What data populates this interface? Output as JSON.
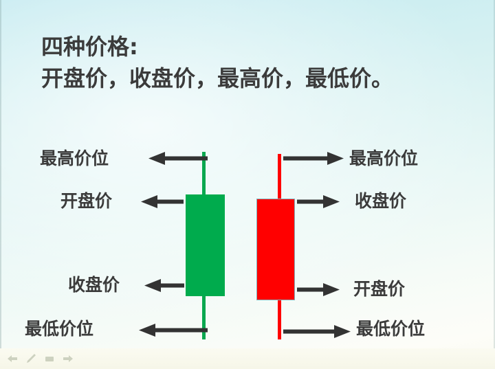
{
  "slide": {
    "title_line_1": "四种价格:",
    "title_line_2": "开盘价，收盘价，最高价，最低价。",
    "background_top_color": "#c3eaf0",
    "background_bottom_color": "#fbfbf0",
    "text_color": "#3b3b3b"
  },
  "candles": {
    "bullish": {
      "name": "green-candle",
      "color": "#00ab4d",
      "wick_color": "#0aa84f",
      "direction": "up"
    },
    "bearish": {
      "name": "red-candle",
      "color": "#ff0000",
      "wick_color": "#ff0000",
      "border_color": "#7fb3bd",
      "direction": "down"
    }
  },
  "left_labels": [
    {
      "text": "最高价位",
      "target": "green-candle-high",
      "arrow": "left-arrow-icon"
    },
    {
      "text": "开盘价",
      "target": "green-candle-open",
      "arrow": "left-arrow-icon"
    },
    {
      "text": "收盘价",
      "target": "green-candle-close",
      "arrow": "left-arrow-icon"
    },
    {
      "text": "最低价位",
      "target": "green-candle-low",
      "arrow": "left-arrow-icon"
    }
  ],
  "right_labels": [
    {
      "text": "最高价位",
      "target": "red-candle-high",
      "arrow": "right-arrow-icon"
    },
    {
      "text": "收盘价",
      "target": "red-candle-close",
      "arrow": "right-arrow-icon"
    },
    {
      "text": "开盘价",
      "target": "red-candle-open",
      "arrow": "right-arrow-icon"
    },
    {
      "text": "最低价位",
      "target": "red-candle-low",
      "arrow": "right-arrow-icon"
    }
  ],
  "toolbar": {
    "icons": [
      "previous-arrow-icon",
      "pen-icon",
      "slide-icon",
      "next-arrow-icon"
    ]
  }
}
